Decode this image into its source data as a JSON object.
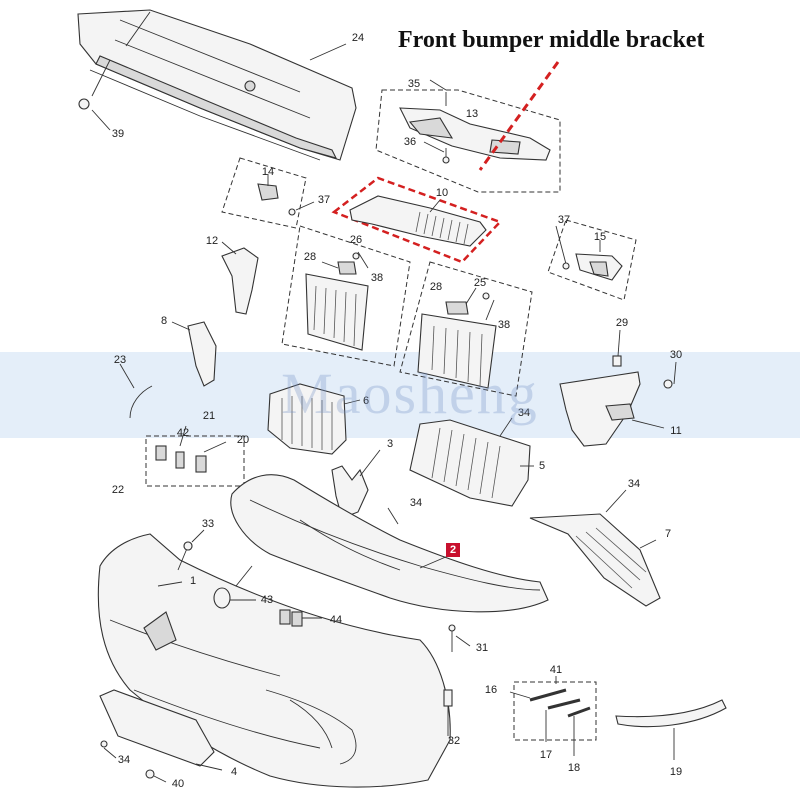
{
  "title": "Front bumper middle bracket",
  "watermark": "Maosheng",
  "highlight_color": "#d42020",
  "badge_color": "#c8102e",
  "highlighted_part": "10",
  "badge_label": "2",
  "callouts": {
    "c1": "1",
    "c3": "3",
    "c4": "4",
    "c5": "5",
    "c6": "6",
    "c7": "7",
    "c8": "8",
    "c10": "10",
    "c11": "11",
    "c12": "12",
    "c13": "13",
    "c14": "14",
    "c15": "15",
    "c16": "16",
    "c17": "17",
    "c18": "18",
    "c19": "19",
    "c20": "20",
    "c21": "21",
    "c22": "22",
    "c23": "23",
    "c24": "24",
    "c25": "25",
    "c26": "26",
    "c28": "28",
    "c29": "29",
    "c30": "30",
    "c31": "31",
    "c32": "32",
    "c33": "33",
    "c35": "35",
    "c36": "36",
    "c37": "37",
    "c38": "38",
    "c39": "39",
    "c40": "40",
    "c41": "41",
    "c42": "42",
    "c43": "43",
    "c44": "44",
    "c34": "34",
    "c37b": "37",
    "c38b": "38",
    "c34b": "34",
    "c34c": "34",
    "c34d": "34"
  }
}
